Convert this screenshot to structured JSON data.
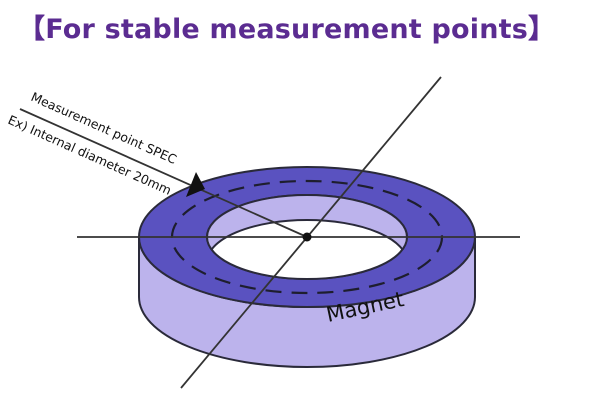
{
  "title": "【For stable measurement points】",
  "colors": {
    "title": "#5b2c91",
    "magnet_top": "#5a52c0",
    "magnet_side": "#bcb3ec",
    "outline": "#2a2a3a",
    "background": "#ffffff"
  },
  "diagram": {
    "callout_line1": "Measurement point SPEC",
    "callout_line2": "Ex) Internal diameter 20mm",
    "magnet_label": "Magnet",
    "center_point": "center-dot",
    "measurement_path": "dashed-circle"
  }
}
